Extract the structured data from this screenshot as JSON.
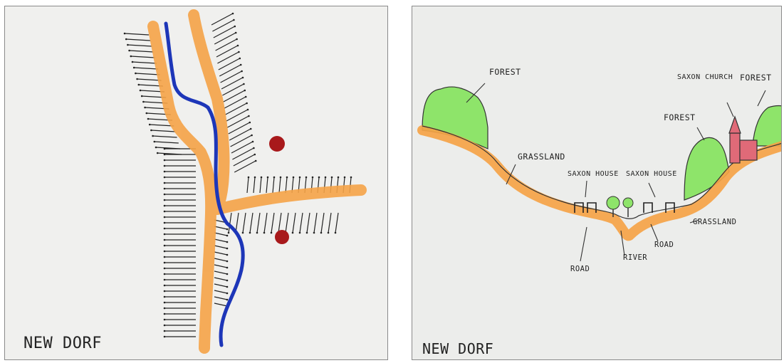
{
  "left_panel": {
    "caption": "NEW DORF"
  },
  "right_panel": {
    "caption": "NEW DORF",
    "labels": {
      "forest_left": "FOREST",
      "grassland_left": "GRASSLAND",
      "saxon_house": "SAXON HOUSE",
      "saxon_house_2": "SAXON HOUSE",
      "saxon_church": "SAXON CHURCH",
      "forest_mid": "FOREST",
      "forest_right": "FOREST",
      "grassland_right": "GRASSLAND",
      "road_left": "ROAD",
      "river": "RIVER",
      "road_right": "ROAD"
    }
  },
  "colors": {
    "road": "#f5a347",
    "river": "#1d36b8",
    "settlement_dot": "#a8191b",
    "forest": "#8ee46a",
    "church": "#e06a78",
    "ink": "#222222"
  }
}
